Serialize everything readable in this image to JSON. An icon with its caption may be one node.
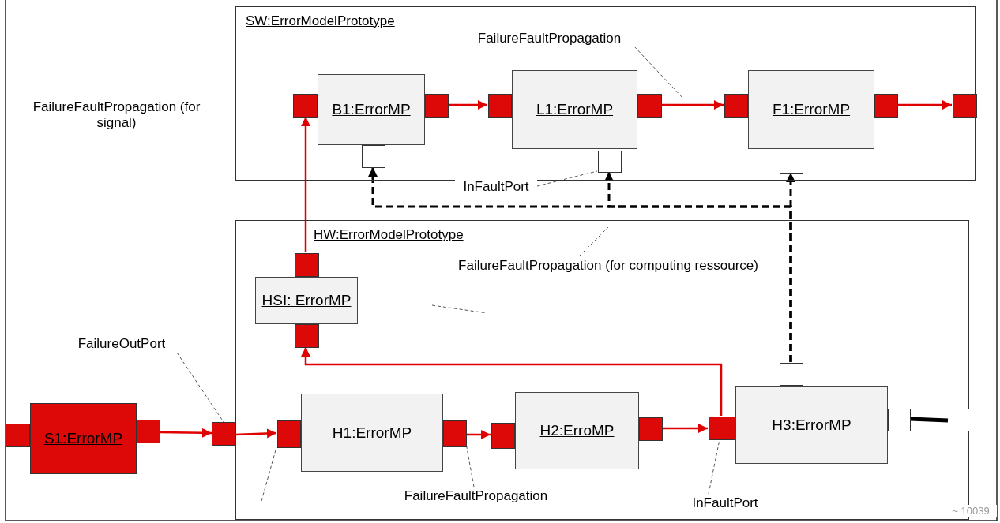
{
  "diagram": {
    "nodes": [
      {
        "text": [
          "SW:ErrorModelPrototype"
        ]
      },
      {
        "text": [],
        "shape": "box",
        "in": 0
      },
      {
        "text": [
          "B1:ErrorMP"
        ],
        "in": 0
      },
      {
        "text": [],
        "shape": "box",
        "in": 0
      },
      {
        "text": [],
        "shape": "box",
        "in": 0
      },
      {
        "text": [],
        "shape": "box",
        "in": 0
      },
      {
        "text": [
          "L1:ErrorMP"
        ],
        "in": 0
      },
      {
        "text": [],
        "shape": "box",
        "in": 0
      },
      {
        "text": [],
        "shape": "box",
        "in": 0
      },
      {
        "text": [],
        "shape": "box",
        "in": 0
      },
      {
        "text": [
          "F1:ErrorMP"
        ],
        "in": 0
      },
      {
        "text": [],
        "shape": "box",
        "in": 0
      },
      {
        "text": [],
        "shape": "box",
        "in": 0
      },
      {
        "text": [],
        "shape": "box",
        "in": 0
      },
      {
        "text": [
          "FailureFaultPropagation"
        ],
        "in": 0
      },
      {
        "text": [
          "InFaultPort"
        ]
      },
      {
        "text": [
          "HW:ErrorModelPrototype"
        ]
      },
      {
        "text": [],
        "shape": "box",
        "in": 16
      },
      {
        "text": [
          "HSI: ErrorMP"
        ],
        "in": 16
      },
      {
        "text": [],
        "shape": "box",
        "in": 16
      },
      {
        "text": [
          "FailureFaultPropagation (for computing ressource)"
        ],
        "in": 16
      },
      {
        "text": [],
        "shape": "box"
      },
      {
        "text": [
          "S1:ErrorMP"
        ]
      },
      {
        "text": [],
        "shape": "box"
      },
      {
        "text": [
          "FailureOutPort"
        ]
      },
      {
        "text": [],
        "shape": "box"
      },
      {
        "text": [],
        "shape": "box",
        "in": 16
      },
      {
        "text": [
          "H1:ErrorMP"
        ],
        "in": 16
      },
      {
        "text": [],
        "shape": "box",
        "in": 16
      },
      {
        "text": [],
        "shape": "box",
        "in": 16
      },
      {
        "text": [
          "H2:ErroMP"
        ],
        "in": 16
      },
      {
        "text": [],
        "shape": "box",
        "in": 16
      },
      {
        "text": [],
        "shape": "box",
        "in": 16
      },
      {
        "text": [
          "H3:ErrorMP"
        ],
        "in": 16
      },
      {
        "text": [],
        "shape": "box",
        "in": 16
      },
      {
        "text": [],
        "shape": "box",
        "in": 16
      },
      {
        "text": [],
        "shape": "box",
        "in": 16
      },
      {
        "text": [
          "FailureFaultPropagation"
        ],
        "in": 16
      },
      {
        "text": [
          "InFaultPort"
        ],
        "in": 16
      }
    ],
    "edges": [
      {
        "from": 3,
        "to": 5,
        "arrow": "to"
      },
      {
        "from": 7,
        "to": 9,
        "arrow": "to"
      },
      {
        "from": 11,
        "to": 13,
        "arrow": "to"
      },
      {
        "from": 17,
        "to": 1,
        "arrow": "to"
      },
      {
        "from": 34,
        "to": 12,
        "arrow": "to",
        "style": "dashed",
        "color": "#000000"
      },
      {
        "from": 34,
        "to": 8,
        "arrow": "to",
        "style": "dashed",
        "color": "#000000"
      },
      {
        "from": 34,
        "to": 4,
        "arrow": "to",
        "style": "dashed",
        "color": "#000000"
      },
      {
        "from": 32,
        "to": 19,
        "arrow": "to"
      },
      {
        "from": 23,
        "to": 25,
        "arrow": "to"
      },
      {
        "from": 25,
        "to": 26,
        "arrow": "to"
      },
      {
        "from": 28,
        "to": 29,
        "arrow": "to"
      },
      {
        "from": 31,
        "to": 32,
        "arrow": "to"
      },
      {
        "from": 35,
        "to": 36,
        "arrow": "none",
        "style": "thick",
        "color": "#000000"
      },
      {
        "from": 14,
        "to": null,
        "arrow": "none",
        "style": "dashed",
        "color": "#555555"
      },
      {
        "from": 15,
        "to": 8,
        "arrow": "none",
        "style": "dashed",
        "color": "#555555"
      },
      {
        "from": 20,
        "to": null,
        "arrow": "none",
        "style": "dashed",
        "color": "#555555"
      },
      {
        "from": 24,
        "to": 25,
        "arrow": "none",
        "style": "dashed",
        "color": "#555555"
      },
      {
        "from": 37,
        "to": 28,
        "arrow": "none",
        "style": "dashed",
        "color": "#555555"
      },
      {
        "from": 38,
        "to": 32,
        "arrow": "none",
        "style": "dashed",
        "color": "#555555"
      },
      {
        "from": null,
        "to": 26,
        "arrow": "none",
        "style": "dashed",
        "color": "#555555"
      }
    ],
    "labels": [
      "FailureFaultPropagation (for signal)",
      "~ 10039"
    ]
  }
}
